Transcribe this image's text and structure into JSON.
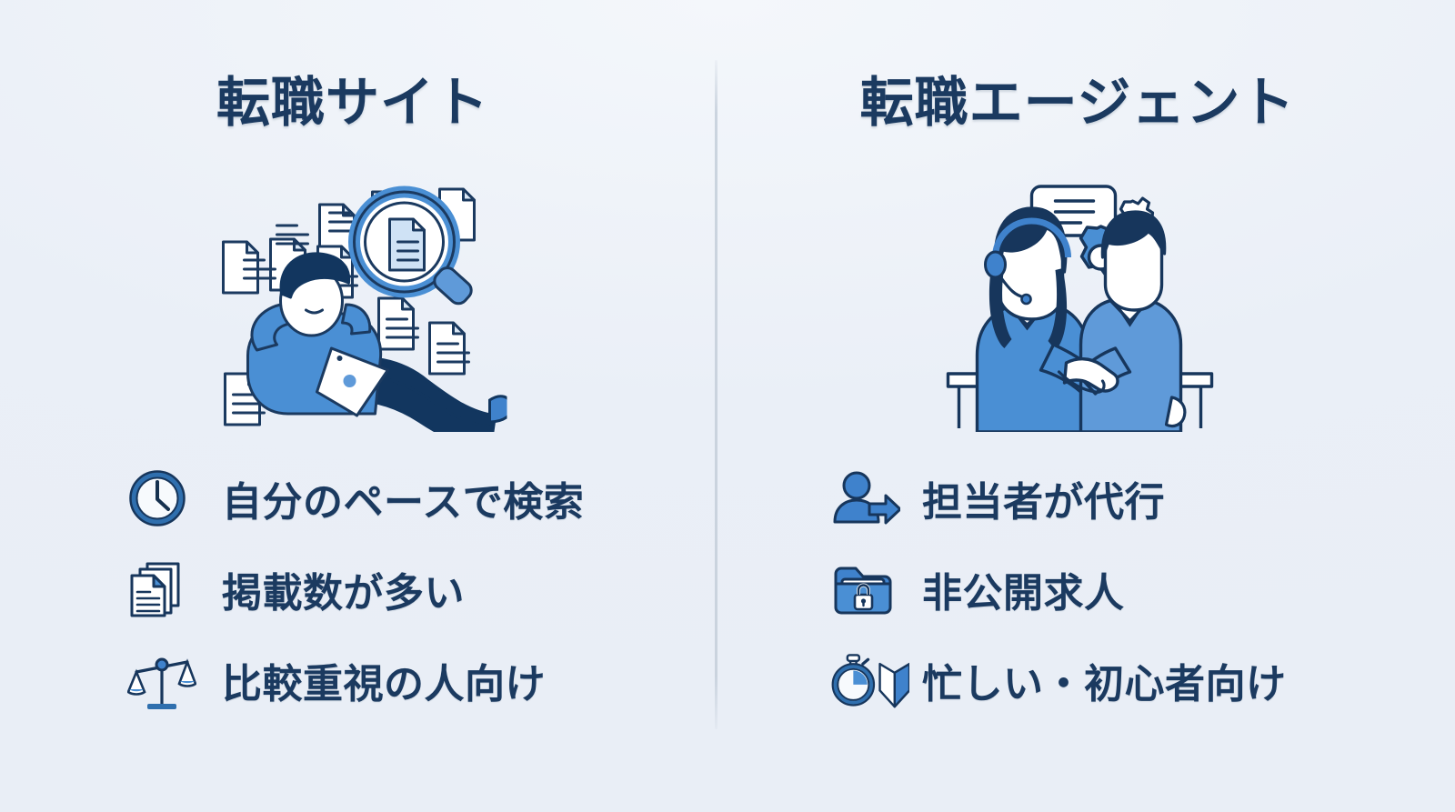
{
  "theme": {
    "background": "#eef2f8",
    "heading_color": "#1b3a60",
    "accent_blue": "#4a8fd4",
    "deep_blue": "#1b3a60",
    "divider_color": "#c4ced8"
  },
  "columns": [
    {
      "id": "job-site",
      "title": "転職サイト",
      "illustration_name": "person-browsing-job-listings",
      "illustration_caption": "書類に囲まれてノートパソコンで検索する人と虫眼鏡",
      "bullets": [
        {
          "icon": "clock-icon",
          "label": "自分のペースで検索"
        },
        {
          "icon": "documents-icon",
          "label": "掲載数が多い"
        },
        {
          "icon": "scales-icon",
          "label": "比較重視の人向け"
        }
      ]
    },
    {
      "id": "job-agent",
      "title": "転職エージェント",
      "illustration_name": "agent-handshake-with-client",
      "illustration_caption": "ヘッドセットの担当者と握手する求職者、吹き出しと歯車",
      "bullets": [
        {
          "icon": "person-arrow-icon",
          "label": "担当者が代行"
        },
        {
          "icon": "locked-folder-icon",
          "label": "非公開求人"
        },
        {
          "icon": "stopwatch-leaf-icon",
          "label": "忙しい・初心者向け"
        }
      ]
    }
  ]
}
